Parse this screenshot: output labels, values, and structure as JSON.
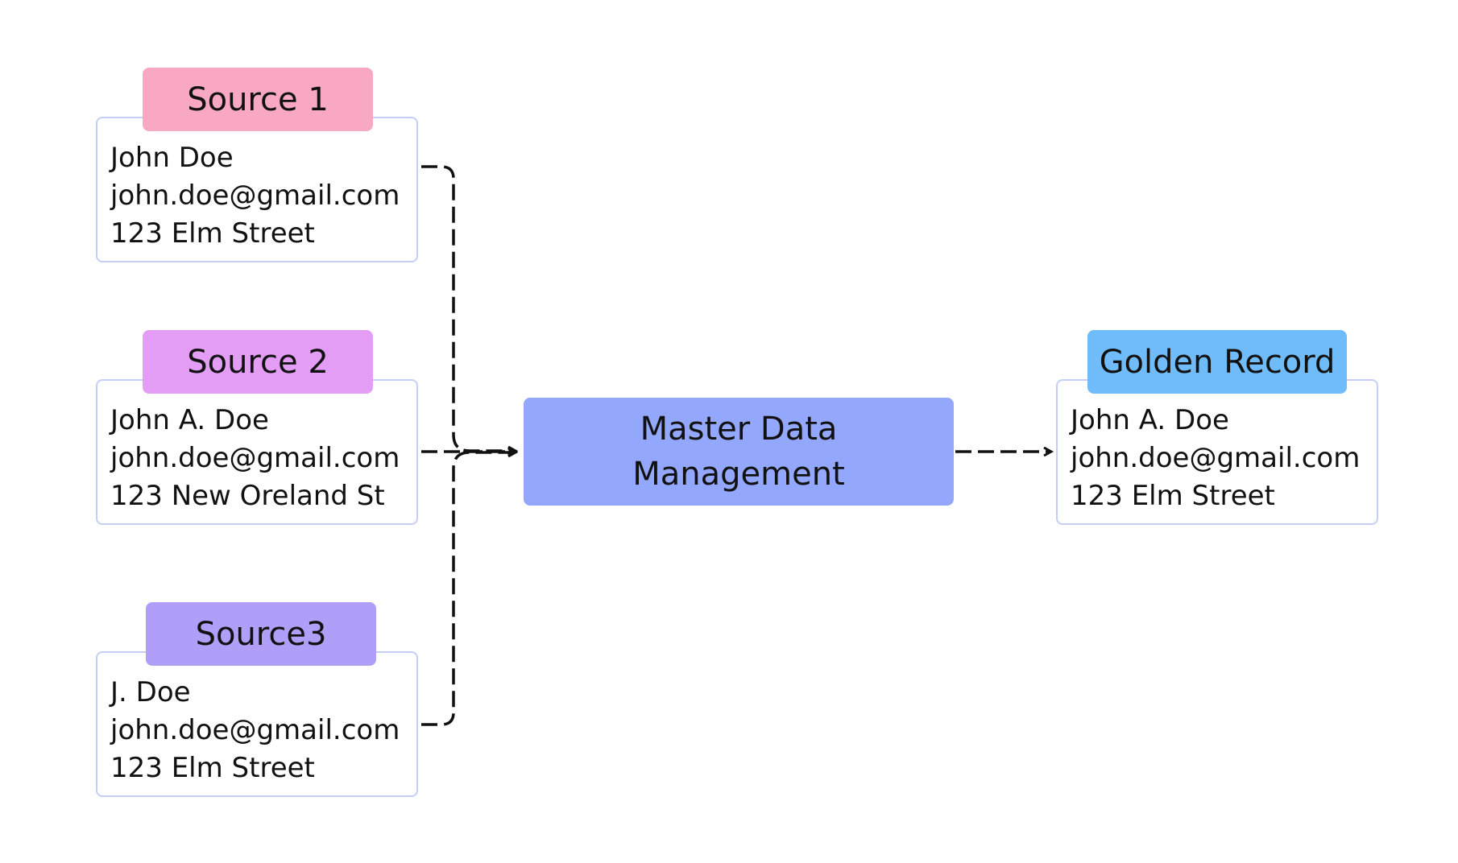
{
  "colors": {
    "source1_tag": "#f9a8c4",
    "source2_tag": "#e49df5",
    "source3_tag": "#b09ef8",
    "golden_tag": "#70bcfa",
    "mdm_box": "#93a8fc",
    "card_border": "#c5cff5",
    "connector": "#111111"
  },
  "sources": [
    {
      "label": "Source 1",
      "name": "John Doe",
      "email": "john.doe@gmail.com",
      "address": "123 Elm Street"
    },
    {
      "label": "Source 2",
      "name": "John A. Doe",
      "email": "john.doe@gmail.com",
      "address": "123 New Oreland St"
    },
    {
      "label": "Source3",
      "name": "J. Doe",
      "email": "john.doe@gmail.com",
      "address": "123 Elm Street"
    }
  ],
  "mdm": {
    "label": "Master Data Management"
  },
  "golden": {
    "label": "Golden Record",
    "name": "John A. Doe",
    "email": "john.doe@gmail.com",
    "address": "123 Elm Street"
  }
}
